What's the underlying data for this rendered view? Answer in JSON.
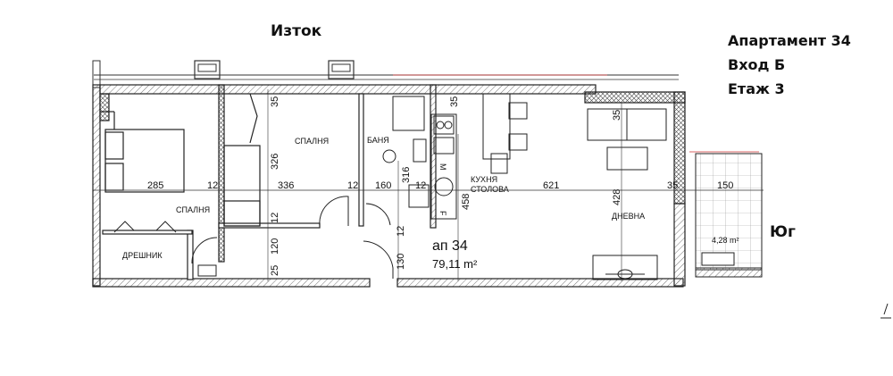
{
  "compass": {
    "east": "Изток",
    "south": "Юг"
  },
  "info": {
    "apartment": "Апартамент 34",
    "entrance": "Вход Б",
    "floor": "Етаж 3"
  },
  "apartment": {
    "label": "ап 34",
    "area": "79,11 m²"
  },
  "rooms": {
    "bedroom_1": "СПАЛНЯ",
    "bedroom_2": "СПАЛНЯ",
    "wardrobe": "ДРЕШНИК",
    "bathroom": "БАНЯ",
    "kitchen_line1": "КУХНЯ",
    "kitchen_line2": "СТОЛОВА",
    "living": "ДНЕВНА",
    "balcony_area": "4,28 m²"
  },
  "dimensions": {
    "d285": "285",
    "d12a": "12",
    "d336": "336",
    "d12b": "12",
    "d160": "160",
    "d316": "316",
    "d12c": "12",
    "d458": "458",
    "d621": "621",
    "d428": "428",
    "d35a": "35",
    "d150": "150",
    "d35top1": "35",
    "d35top2": "35",
    "d35sofa": "35",
    "d326": "326",
    "d12d": "12",
    "d120": "120",
    "d25": "25",
    "d12e": "12",
    "d130": "130"
  },
  "appliance_marks": {
    "washer": "M",
    "fridge": "F"
  },
  "colors": {
    "wall": "#222222",
    "hatch": "#555555",
    "accent_red": "#cc3333"
  }
}
